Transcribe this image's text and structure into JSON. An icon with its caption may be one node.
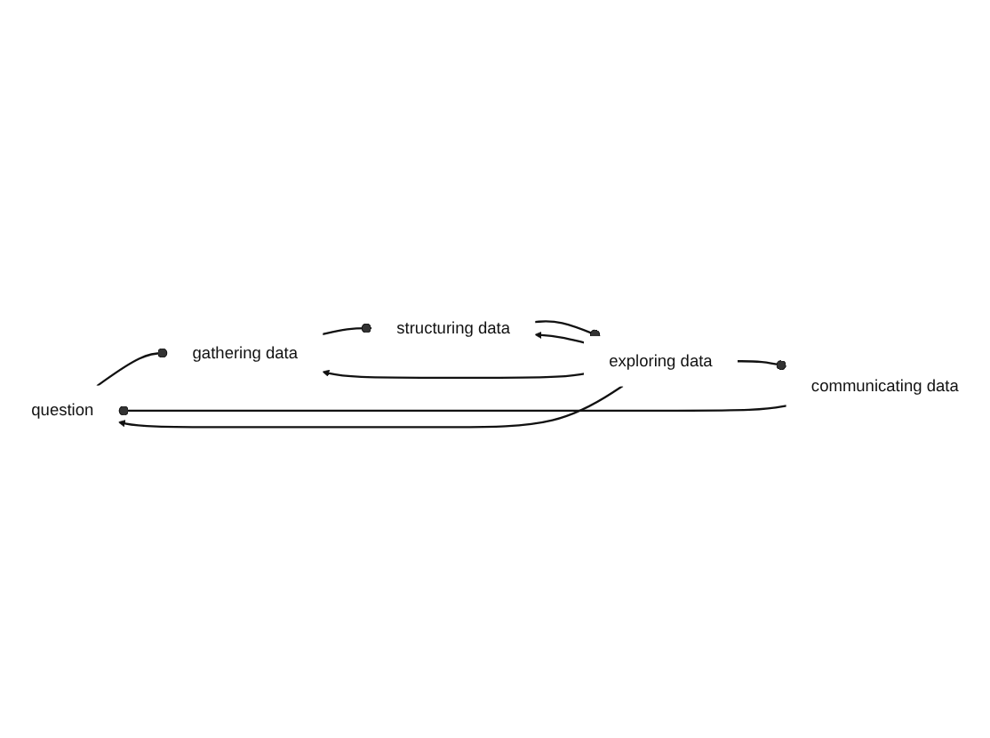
{
  "diagram": {
    "nodes": [
      {
        "text": [
          "question"
        ]
      },
      {
        "text": [
          "gathering data"
        ]
      },
      {
        "text": [
          "structuring data"
        ]
      },
      {
        "text": [
          "exploring data"
        ]
      },
      {
        "text": [
          "communicating data"
        ]
      }
    ],
    "edges": [
      {
        "from": 0,
        "to": 1,
        "arrow": "other"
      },
      {
        "from": 1,
        "to": 2,
        "arrow": "other"
      },
      {
        "from": 2,
        "to": 3,
        "arrow": "other"
      },
      {
        "from": 3,
        "to": 4,
        "arrow": "other"
      },
      {
        "from": 4,
        "to": 0,
        "arrow": "other"
      },
      {
        "from": 3,
        "to": 0,
        "arrow": "to"
      },
      {
        "from": 3,
        "to": 1,
        "arrow": "to"
      },
      {
        "from": 3,
        "to": 2,
        "arrow": "to"
      }
    ]
  }
}
